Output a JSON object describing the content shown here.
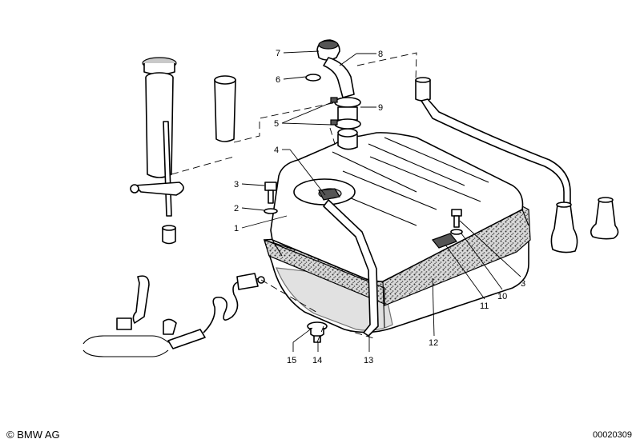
{
  "labels": {
    "p1": "1",
    "p2": "2",
    "p3a": "3",
    "p3b": "3",
    "p4": "4",
    "p5": "5",
    "p6": "6",
    "p7": "7",
    "p8": "8",
    "p9": "9",
    "p10": "10",
    "p11": "11",
    "p12": "12",
    "p13": "13",
    "p14": "14",
    "p15": "15"
  },
  "footer": {
    "copyright": "© BMW AG",
    "image_number": "00020309"
  }
}
